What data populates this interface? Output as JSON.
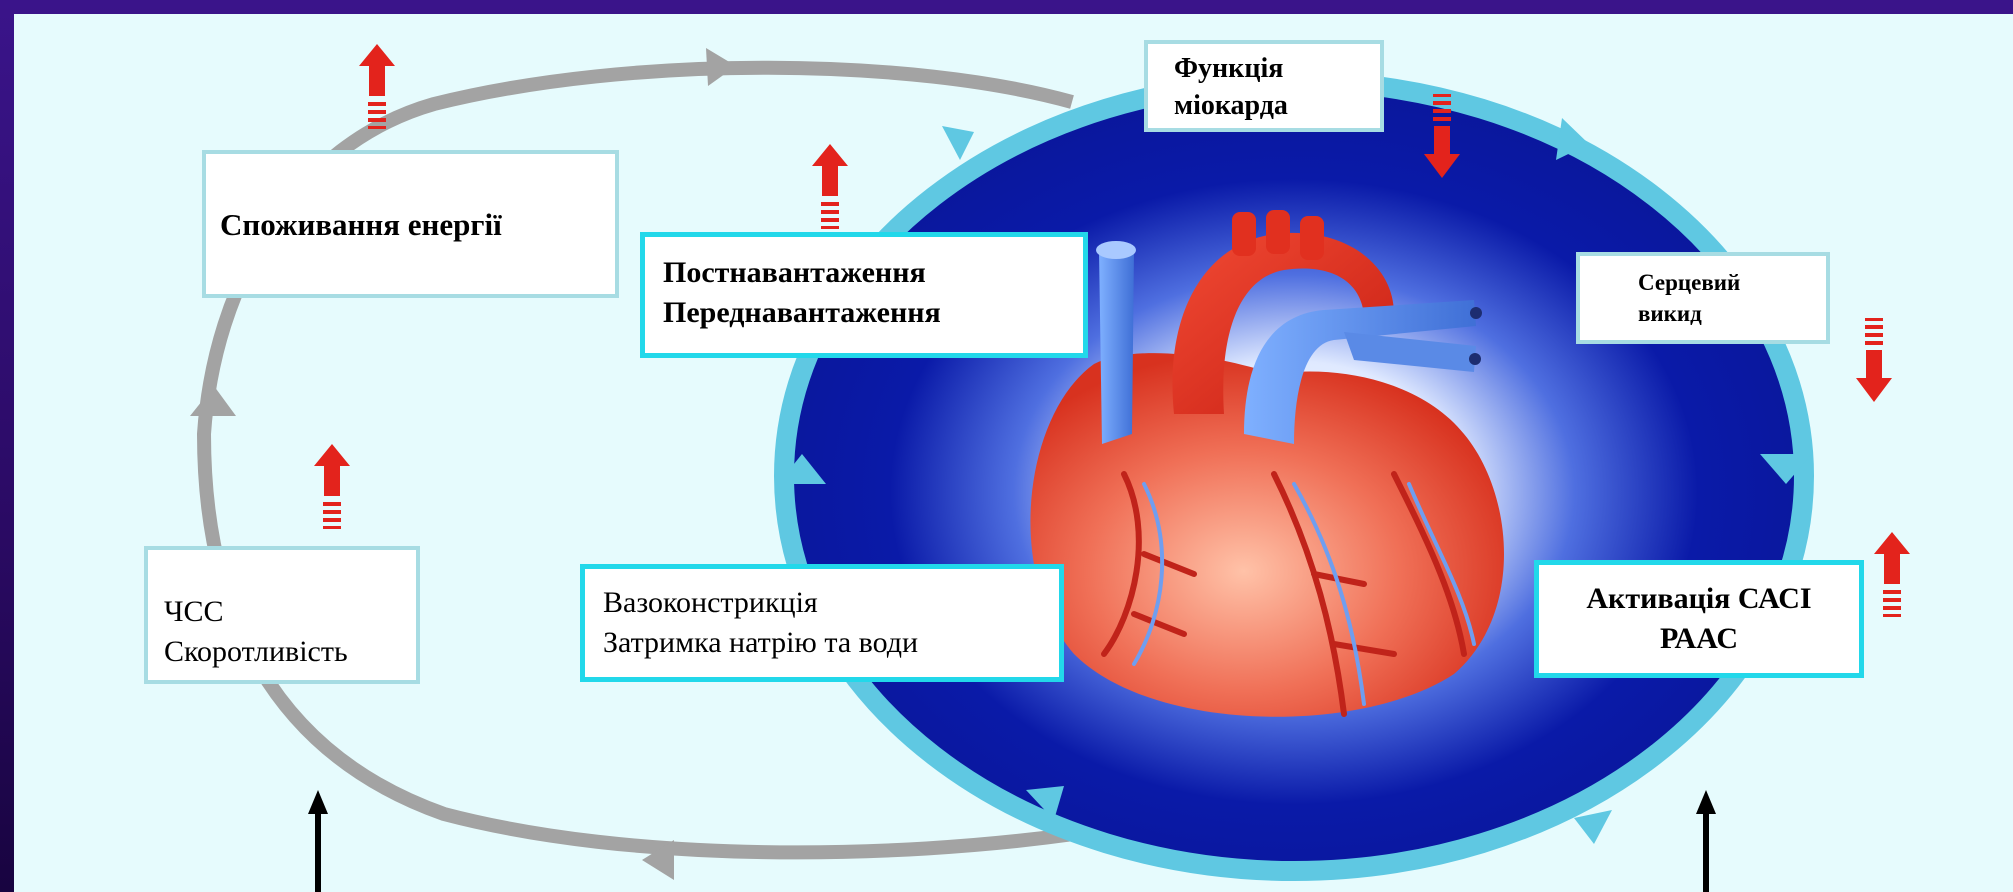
{
  "boxes": {
    "energy": {
      "lines": [
        "Споживання енергії"
      ]
    },
    "hr": {
      "lines": [
        "ЧСС",
        "Скоротливість"
      ]
    },
    "load": {
      "lines": [
        "Постнавантаження",
        "Переднавантаження"
      ]
    },
    "vaso": {
      "lines": [
        "Вазоконстрикція",
        "Затримка натрію та води"
      ]
    },
    "myocard": {
      "lines": [
        "Функція",
        "міокарда"
      ]
    },
    "cardiac_output": {
      "lines": [
        "Серцевий",
        "викид"
      ]
    },
    "activation": {
      "lines": [
        "Активація САСІ",
        "РААС"
      ]
    }
  },
  "colors": {
    "panel": "#e6fbfd",
    "dark_blue": "#0a1aa8",
    "cycle_ring": "#5fc8e2",
    "gray_ring": "#a3a3a3",
    "red_arrow": "#e3231c",
    "heart_red": "#e83a2c",
    "vessel_blue": "#4f86e0",
    "box_border_cyan": "#22d8ea",
    "box_border_gray": "#a7dce3"
  },
  "arrows": {
    "energy": "increase",
    "load": "increase",
    "hr": "increase",
    "myocard": "decrease",
    "cardiac_output": "decrease",
    "activation": "increase"
  },
  "icons": [
    "heart-illustration",
    "red-up-arrow-icon",
    "red-down-arrow-icon",
    "black-up-arrow-icon"
  ]
}
